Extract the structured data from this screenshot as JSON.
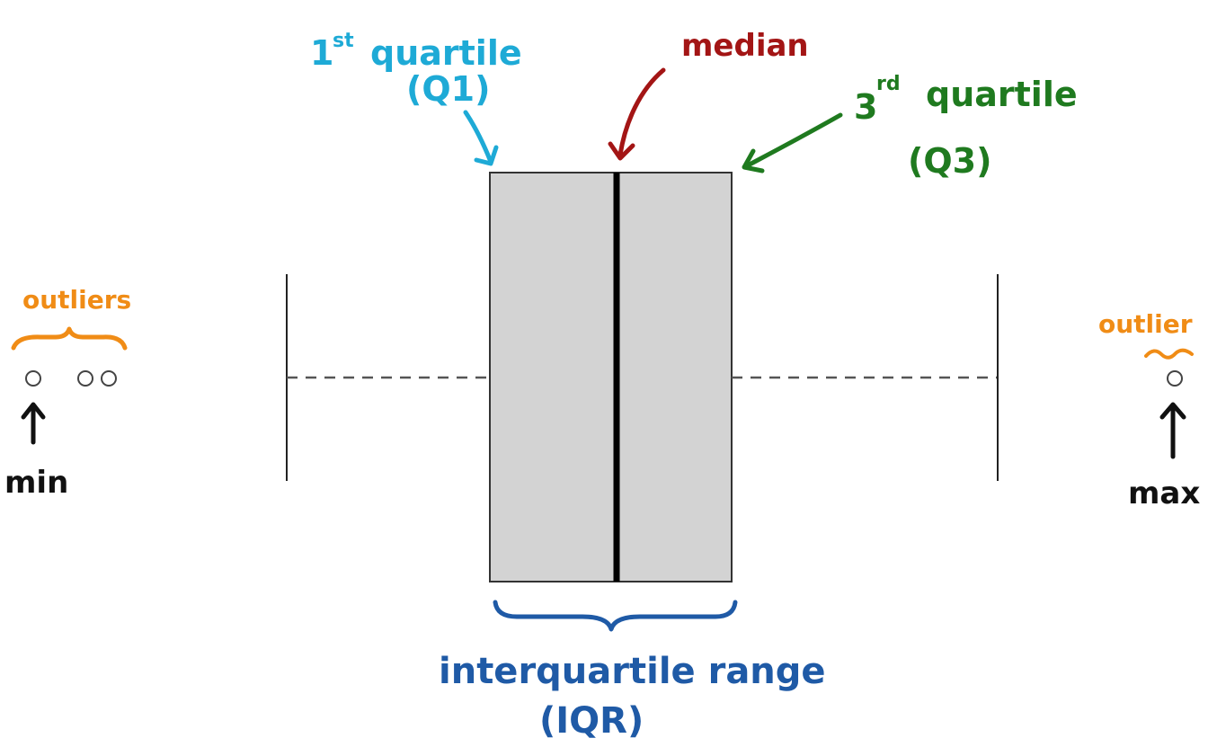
{
  "labels": {
    "q1_ordinal": "1",
    "q1_suffix": "st",
    "q1_word": "quartile",
    "q1_abbr": "(Q1)",
    "median": "median",
    "q3_ordinal": "3",
    "q3_suffix": "rd",
    "q3_word": "quartile",
    "q3_abbr": "(Q3)",
    "iqr_line1": "interquartile range",
    "iqr_line2": "(IQR)",
    "outliers_left": "outliers",
    "outlier_right": "outlier",
    "min": "min",
    "max": "max"
  },
  "colors": {
    "q1": "#1eaad6",
    "median": "#a31515",
    "q3": "#1f7a1f",
    "iqr": "#1f5aa6",
    "outliers": "#f08c16",
    "min_max": "#111111",
    "box_fill": "#d3d3d3",
    "box_stroke": "#333333"
  }
}
